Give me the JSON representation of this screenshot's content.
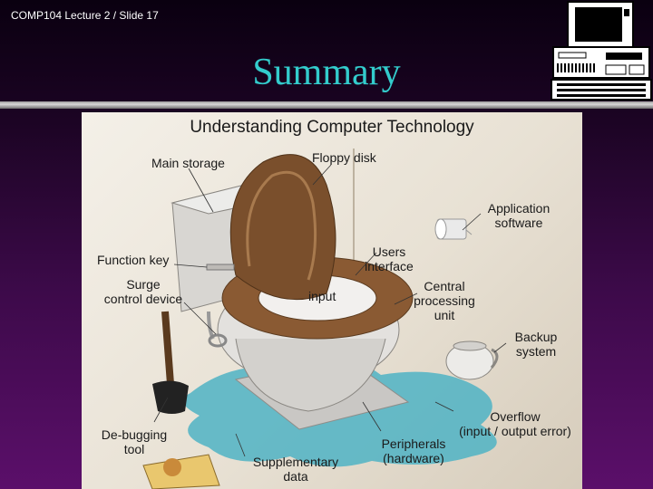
{
  "header": {
    "course_label": "COMP104 Lecture 2 / Slide 17"
  },
  "slide": {
    "title": "Summary"
  },
  "colors": {
    "title": "#33cccc",
    "background_top": "#0a0010",
    "background_bottom": "#5b0f6a"
  },
  "icons": {
    "computer": "desktop-computer-icon"
  },
  "cartoon": {
    "title": "Understanding Computer Technology",
    "labels": {
      "main_storage": "Main storage",
      "floppy_disk": "Floppy disk",
      "application_software_1": "Application",
      "application_software_2": "software",
      "function_key": "Function key",
      "users_interface_1": "Users",
      "users_interface_2": "interface",
      "surge_1": "Surge",
      "surge_2": "control device",
      "input": "input",
      "cpu_1": "Central",
      "cpu_2": "processing",
      "cpu_3": "unit",
      "backup_1": "Backup",
      "backup_2": "system",
      "overflow_1": "Overflow",
      "overflow_2": "(input / output error)",
      "debugging_1": "De-bugging",
      "debugging_2": "tool",
      "peripherals_1": "Peripherals",
      "peripherals_2": "(hardware)",
      "supplementary_1": "Supplementary",
      "supplementary_2": "data"
    }
  }
}
